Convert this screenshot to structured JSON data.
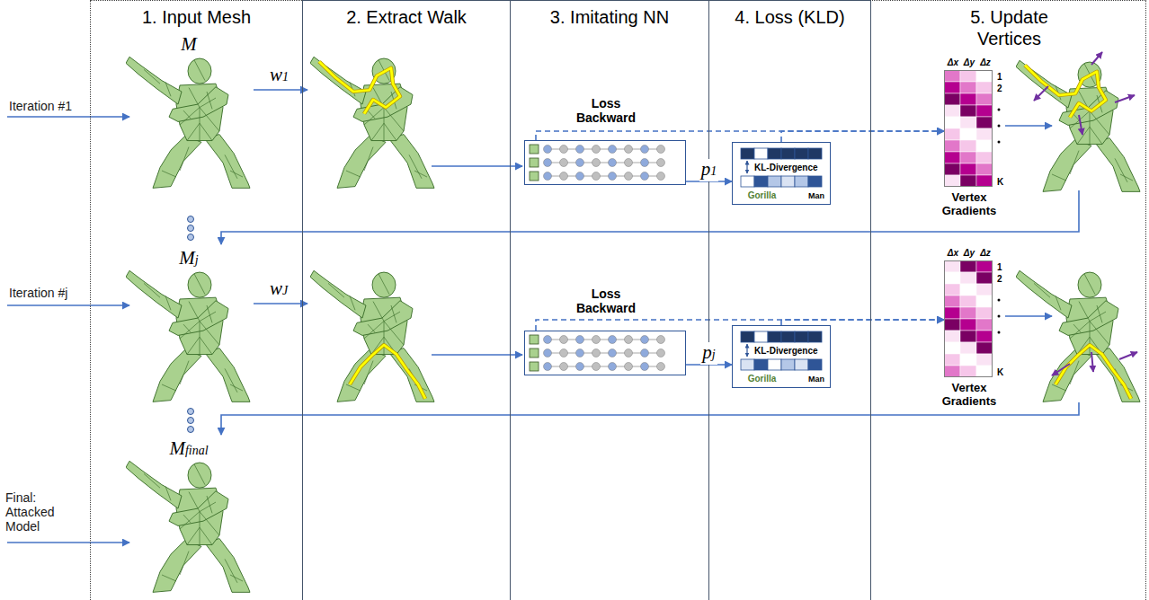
{
  "diagram": {
    "nodes": [
      {
        "text": [
          "1. Input Mesh"
        ]
      },
      {
        "text": [
          "2. Extract Walk"
        ]
      },
      {
        "text": [
          "3. Imitating NN"
        ]
      },
      {
        "text": [
          "4. Loss (KLD)"
        ]
      },
      {
        "text": [
          "5. Update Vertices"
        ]
      },
      {
        "text": [
          "M"
        ],
        "in": 0
      },
      {
        "text": [
          "Loss Backward"
        ],
        "in": 2
      },
      {
        "text": [
          "KL-Divergence",
          "Gorilla",
          "Man"
        ],
        "in": 3
      },
      {
        "text": [
          "Δx",
          "Δy",
          "Δz",
          "1",
          "2",
          "K",
          "Vertex Gradients"
        ],
        "in": 4
      },
      {
        "text": [
          "Mj"
        ],
        "in": 0
      },
      {
        "text": [
          "Loss Backward"
        ],
        "in": 2
      },
      {
        "text": [
          "KL-Divergence",
          "Gorilla",
          "Man"
        ],
        "in": 3
      },
      {
        "text": [
          "Δx",
          "Δy",
          "Δz",
          "1",
          "2",
          "K",
          "Vertex Gradients"
        ],
        "in": 4
      },
      {
        "text": [
          "Mfinal"
        ],
        "in": 0
      }
    ],
    "edges": [
      {
        "from": 6,
        "to": 7,
        "label": "p1",
        "arrow": "to"
      },
      {
        "from": 6,
        "to": 8,
        "arrow": "to"
      },
      {
        "from": 7,
        "to": 8,
        "arrow": "to"
      },
      {
        "from": 10,
        "to": 11,
        "label": "pj",
        "arrow": "to"
      },
      {
        "from": 10,
        "to": 12,
        "arrow": "to"
      },
      {
        "from": 11,
        "to": 12,
        "arrow": "to"
      }
    ],
    "labels": [
      "Iteration #1",
      "w1",
      "Iteration #j",
      "wJ",
      "Final: Attacked Model"
    ]
  }
}
